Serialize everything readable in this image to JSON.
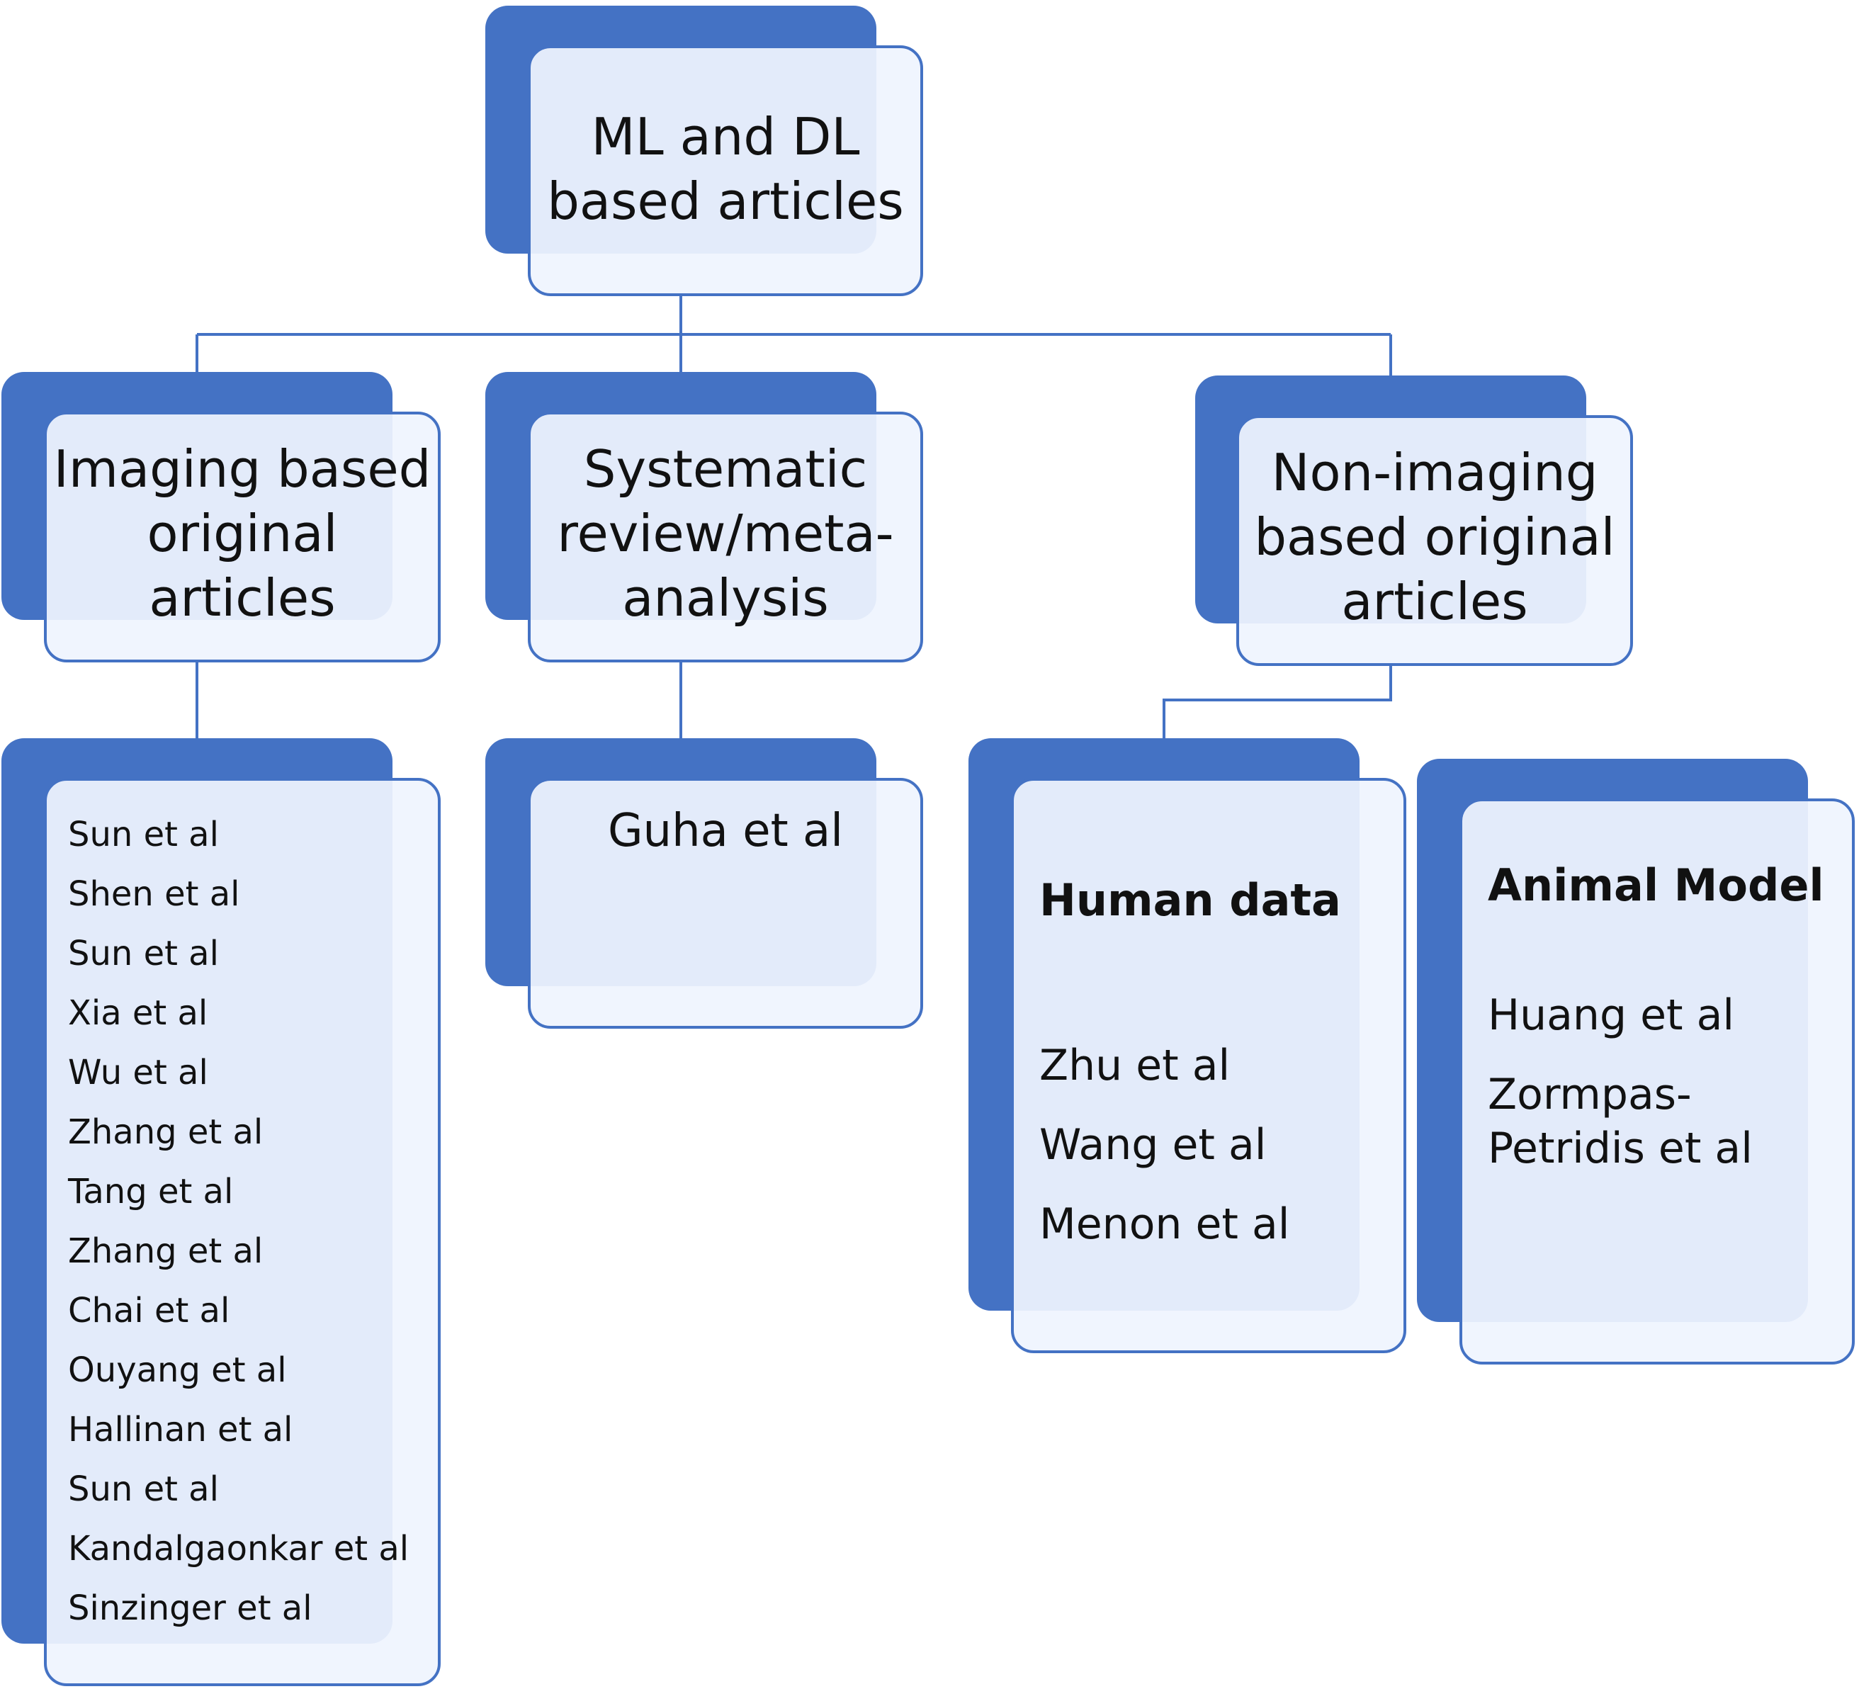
{
  "colors": {
    "accent": "#4472c4",
    "box_fill": "#eff4fe",
    "text": "#111111"
  },
  "root": {
    "lines": [
      "ML and DL",
      "based articles"
    ]
  },
  "imaging": {
    "lines": [
      "Imaging based",
      "original",
      "articles"
    ],
    "items": [
      "Sun et al",
      "Shen et al",
      "Sun et al",
      "Xia et al",
      "Wu et al",
      "Zhang et al",
      "Tang et al",
      "Zhang et al",
      "Chai et al",
      "Ouyang et al",
      "Hallinan et al",
      "Sun et al",
      "Kandalgaonkar et al",
      "Sinzinger et al"
    ]
  },
  "systematic": {
    "lines": [
      "Systematic",
      "review/meta-",
      "analysis"
    ],
    "items": [
      "Guha et al"
    ]
  },
  "non_imaging": {
    "lines": [
      "Non-imaging",
      "based original",
      "articles"
    ]
  },
  "human": {
    "heading": "Human data",
    "items": [
      "Zhu et al",
      "Wang et al",
      "Menon et al"
    ]
  },
  "animal": {
    "heading": "Animal Model",
    "items": [
      "Huang et al",
      "Zormpas-Petridis et al"
    ]
  }
}
